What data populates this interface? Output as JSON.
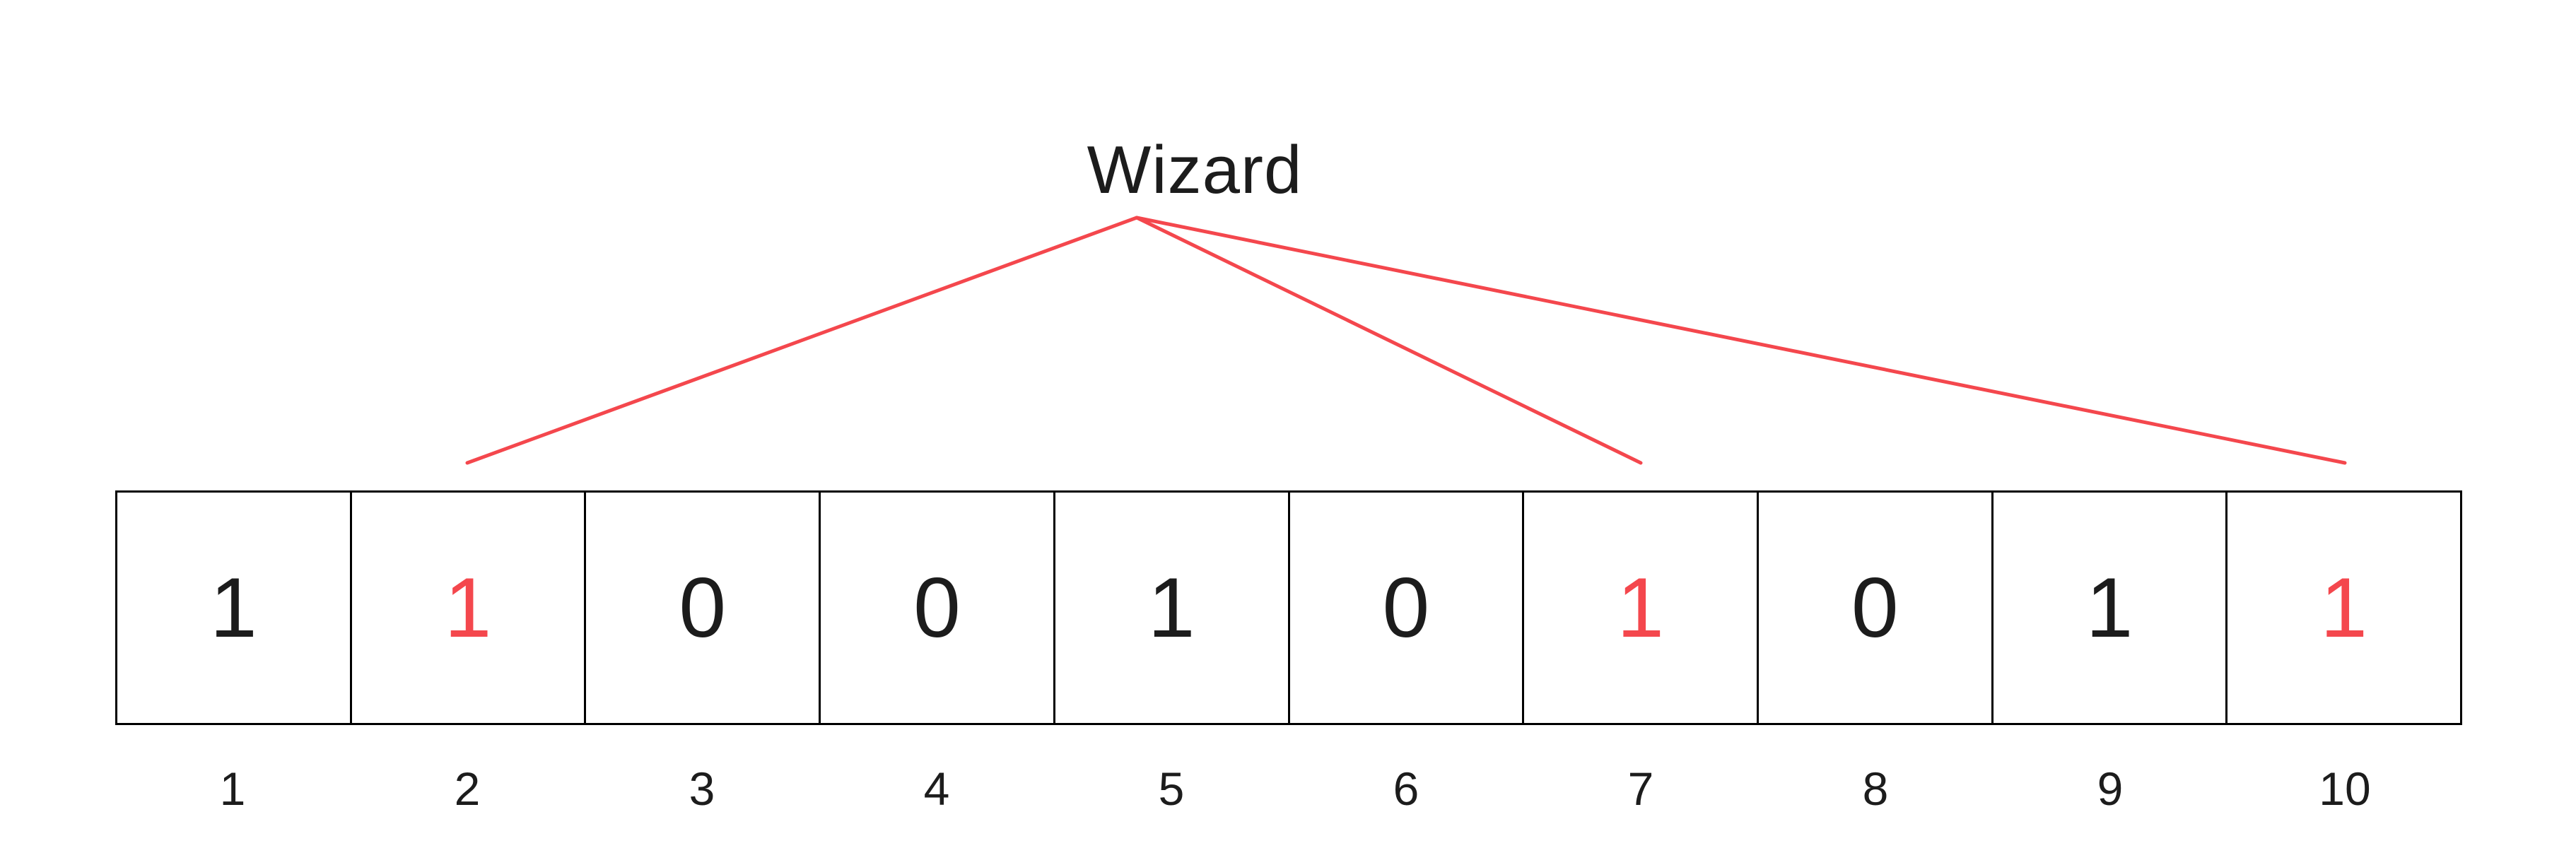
{
  "label": {
    "text": "Wizard"
  },
  "colors": {
    "highlight": "#f4474d",
    "text": "#1c1c1c",
    "border": "#000000",
    "background": "#ffffff"
  },
  "array": {
    "cells": [
      {
        "value": "1",
        "index": "1",
        "highlighted": false
      },
      {
        "value": "1",
        "index": "2",
        "highlighted": true
      },
      {
        "value": "0",
        "index": "3",
        "highlighted": false
      },
      {
        "value": "0",
        "index": "4",
        "highlighted": false
      },
      {
        "value": "1",
        "index": "5",
        "highlighted": false
      },
      {
        "value": "0",
        "index": "6",
        "highlighted": false
      },
      {
        "value": "1",
        "index": "7",
        "highlighted": true
      },
      {
        "value": "0",
        "index": "8",
        "highlighted": false
      },
      {
        "value": "1",
        "index": "9",
        "highlighted": false
      },
      {
        "value": "1",
        "index": "10",
        "highlighted": true
      }
    ]
  },
  "pointers": {
    "from_label": "Wizard",
    "targets": [
      "2",
      "7",
      "10"
    ]
  }
}
